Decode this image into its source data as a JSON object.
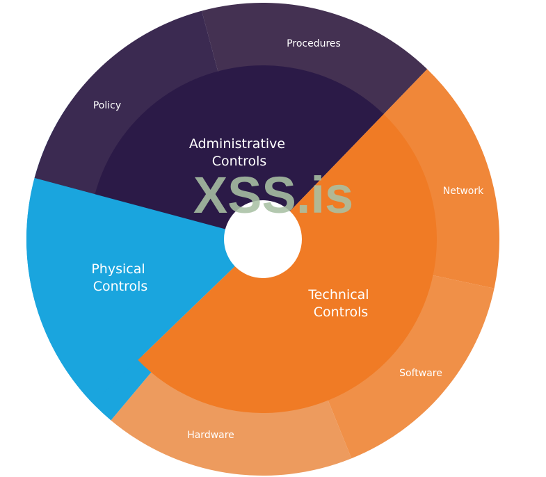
{
  "diagram": {
    "watermark": "XSS.is",
    "inner_ring": [
      {
        "id": "administrative",
        "lines": [
          "Administrative",
          "Controls"
        ],
        "color": "#2b1a47"
      },
      {
        "id": "technical",
        "lines": [
          "Technical",
          "Controls"
        ],
        "color": "#f07b25"
      },
      {
        "id": "physical",
        "lines": [
          "Physical",
          "Controls"
        ],
        "color": "#1aa5de"
      }
    ],
    "outer_ring": [
      {
        "id": "procedures",
        "label": "Procedures",
        "color": "#443152"
      },
      {
        "id": "network",
        "label": "Network",
        "color": "#f08739"
      },
      {
        "id": "software",
        "label": "Software",
        "color": "#f09048"
      },
      {
        "id": "hardware",
        "label": "Hardware",
        "color": "#ed9b5e"
      },
      {
        "id": "physical-outer",
        "label": "",
        "color": "#1aa5de"
      },
      {
        "id": "policy",
        "label": "Policy",
        "color": "#3b2a51"
      }
    ]
  }
}
